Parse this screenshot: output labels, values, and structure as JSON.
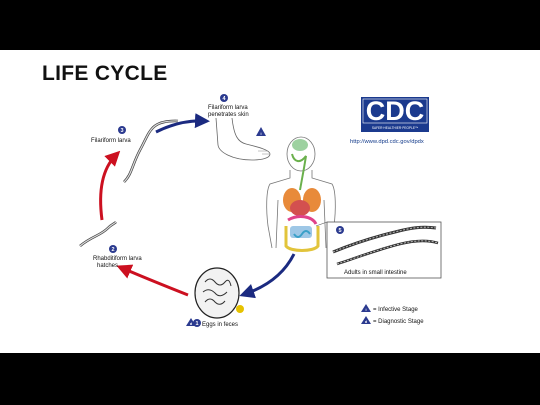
{
  "slide": {
    "title": "LIFE CYCLE"
  },
  "source": {
    "logo_text": "CDC",
    "logo_tagline": "SAFER·HEALTHIER·PEOPLE™",
    "url": "http://www.dpd.cdc.gov/dpdx"
  },
  "stages": [
    {
      "number": "1",
      "label": "Eggs in feces"
    },
    {
      "number": "2",
      "label_lines": [
        "Rhabditiform larva",
        "hatches"
      ]
    },
    {
      "number": "3",
      "label": "Filariform larva"
    },
    {
      "number": "4",
      "label_lines": [
        "Filariform larva",
        "penetrates skin"
      ]
    },
    {
      "number": "5",
      "label": "Adults in small intestine"
    }
  ],
  "legend": {
    "infective": {
      "marker": "i",
      "label": "= Infective Stage"
    },
    "diagnostic": {
      "marker": "d",
      "label": "= Diagnostic Stage"
    }
  },
  "colors": {
    "red_arrow": "#cc1020",
    "blue_arrow": "#1b2a80",
    "badge": "#2b3a8f",
    "cdc_blue": "#1b3a8e",
    "title": "#111111"
  }
}
